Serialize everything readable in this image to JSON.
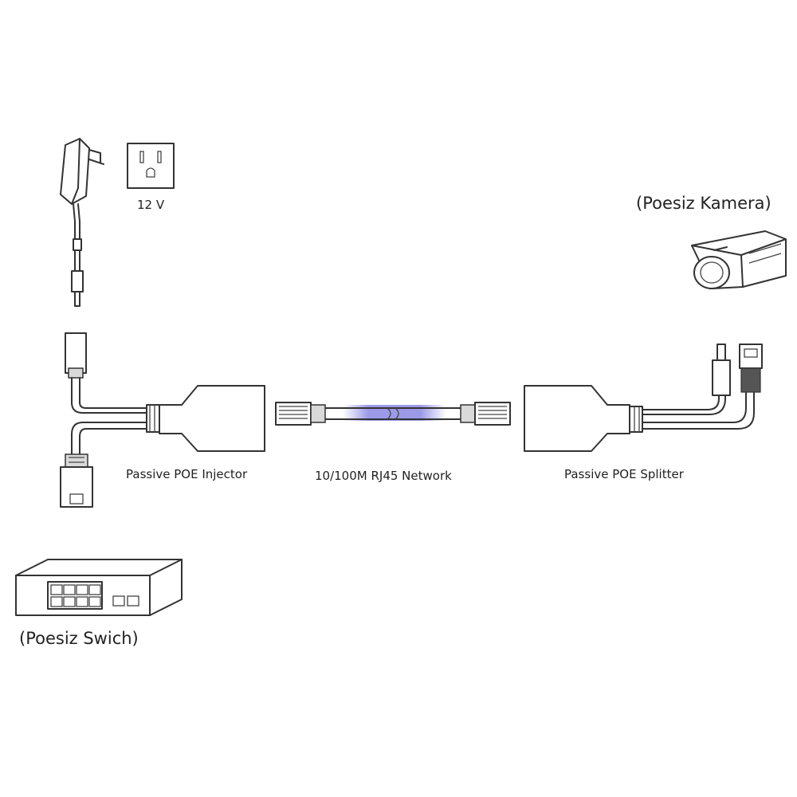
{
  "labels": {
    "outlet_voltage": "12 V",
    "camera": "(Poesiz Kamera)",
    "injector": "Passive POE Injector",
    "network": "10/100M RJ45 Network",
    "splitter": "Passive POE Splitter",
    "switch": "(Poesiz Swich)"
  },
  "colors": {
    "line": "#333333",
    "cable_highlight": "#7b78e0"
  }
}
